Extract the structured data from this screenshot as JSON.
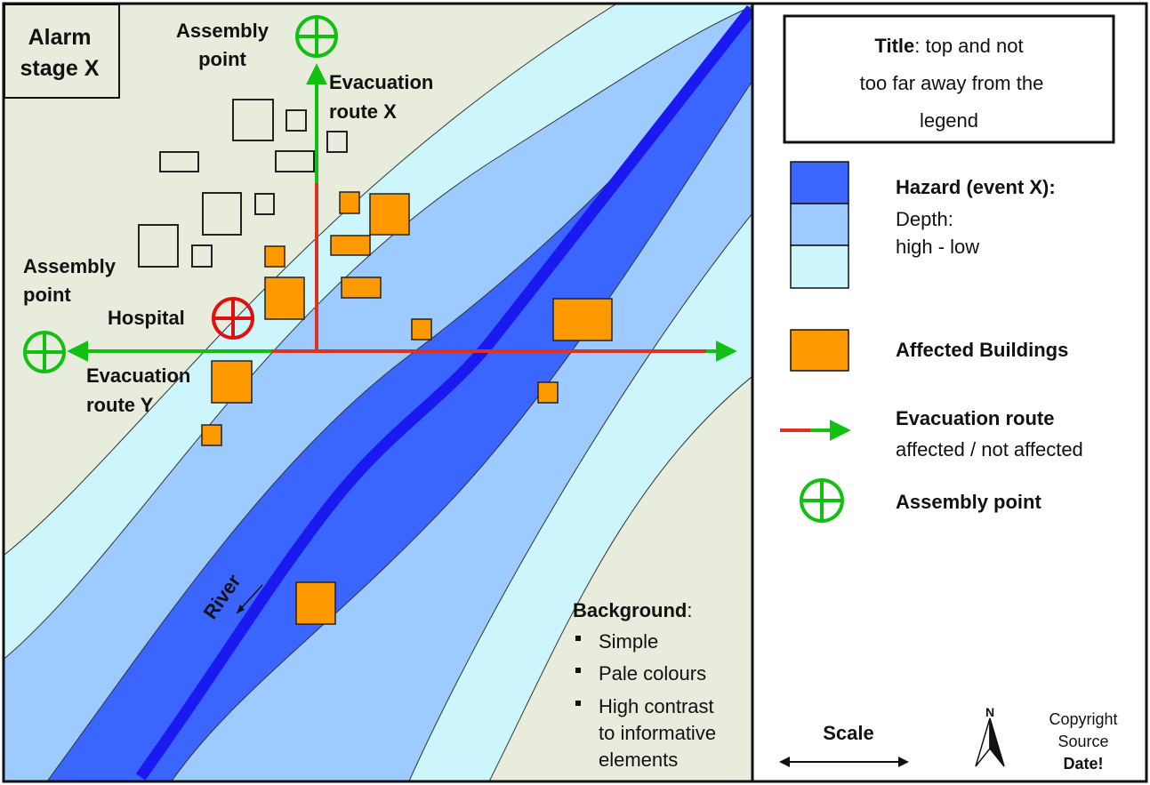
{
  "colors": {
    "land": "#e7ecdc",
    "hazard_high": "#3a66ff",
    "hazard_medium": "#9ecbff",
    "hazard_low": "#ccf6fb",
    "river": "#1a1af0",
    "building_affected": "#ff9900",
    "route_affected": "#e03020",
    "route_not_affected": "#11c011",
    "assembly_point": "#11c011",
    "hospital": "#e01010"
  },
  "map": {
    "alarm_line1": "Alarm",
    "alarm_line2": "stage X",
    "assembly_top_line1": "Assembly",
    "assembly_top_line2": "point",
    "assembly_left_line1": "Assembly",
    "assembly_left_line2": "point",
    "route_x_line1": "Evacuation",
    "route_x_line2": "route X",
    "route_y_line1": "Evacuation",
    "route_y_line2": "route Y",
    "hospital": "Hospital",
    "river": "River",
    "background_title": "Background",
    "background_colon": ":",
    "background_items": [
      "Simple",
      "Pale colours",
      "High contrast",
      "to informative",
      "elements"
    ]
  },
  "legend": {
    "title_bold": "Title",
    "title_line1_rest": ": top and not",
    "title_line2": "too far away from the",
    "title_line3": "legend",
    "hazard_title": "Hazard (event X):",
    "depth_label": "Depth:",
    "depth_range": "high - low",
    "affected_buildings": "Affected Buildings",
    "evac_title": "Evacuation route",
    "evac_sub": "affected / not affected",
    "assembly": "Assembly point",
    "scale": "Scale",
    "north": "N",
    "copyright": "Copyright",
    "source": "Source",
    "date": "Date!"
  }
}
